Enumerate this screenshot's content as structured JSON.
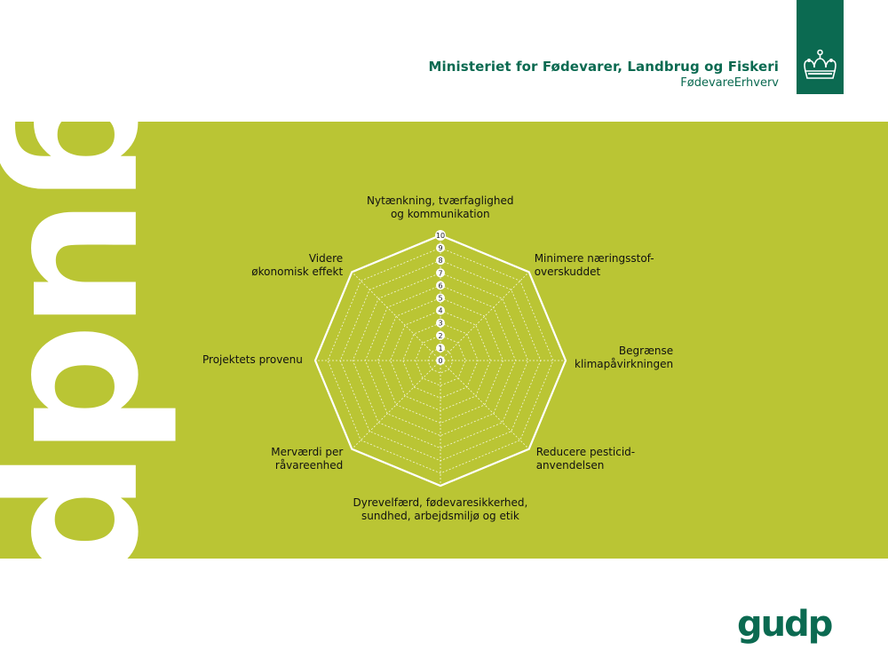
{
  "header": {
    "ministry_name": "Ministeriet for Fødevarer, Landbrug og Fiskeri",
    "ministry_sub": "FødevareErhverv"
  },
  "logo": {
    "text": "gudp",
    "color": "#0b6a51"
  },
  "colors": {
    "band": "#bac534",
    "brand_green": "#0b6a51",
    "outline": "#ffffff"
  },
  "chart_data": {
    "type": "radar",
    "title": "",
    "r_range": [
      0,
      10
    ],
    "ticks": [
      0,
      1,
      2,
      3,
      4,
      5,
      6,
      7,
      8,
      9,
      10
    ],
    "axes": [
      {
        "label_lines": [
          "Nytænkning, tværfaglighed",
          "og kommunikation"
        ]
      },
      {
        "label_lines": [
          "Minimere næringsstof-",
          "overskuddet"
        ]
      },
      {
        "label_lines": [
          "Begrænse",
          "klimapåvirkningen"
        ]
      },
      {
        "label_lines": [
          "Reducere pesticid-",
          "anvendelsen"
        ]
      },
      {
        "label_lines": [
          "Dyrevelfærd, fødevaresikkerhed,",
          "sundhed, arbejdsmiljø og etik"
        ]
      },
      {
        "label_lines": [
          "Merværdi per",
          "råvareenhed"
        ]
      },
      {
        "label_lines": [
          "Projektets provenu"
        ]
      },
      {
        "label_lines": [
          "Videre",
          "økonomisk effekt"
        ]
      }
    ],
    "series": []
  }
}
